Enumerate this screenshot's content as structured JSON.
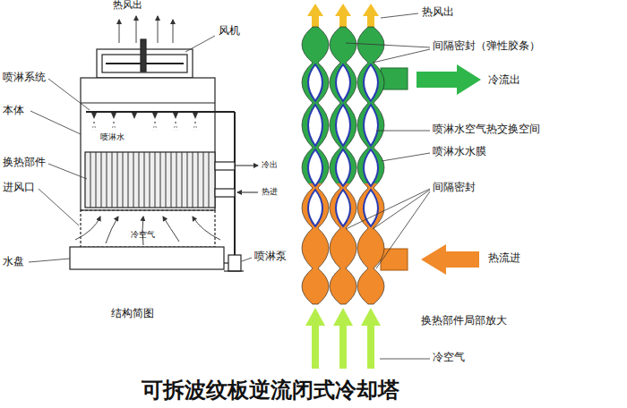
{
  "diagram": {
    "title": "可拆波纹板逆流闭式冷却塔",
    "labels": [
      "热风出",
      "风机",
      "喷淋系统",
      "本体",
      "喷淋水",
      "换热部件",
      "冷出",
      "热进",
      "进风口",
      "冷空气",
      "水盘",
      "喷淋泵",
      "结构简图",
      "热风出",
      "间隔密封（弹性胶条）",
      "冷流出",
      "喷淋水空气热交换空间",
      "喷淋水水膜",
      "间隔密封",
      "热流进",
      "换热部件局部放大",
      "冷空气"
    ]
  }
}
